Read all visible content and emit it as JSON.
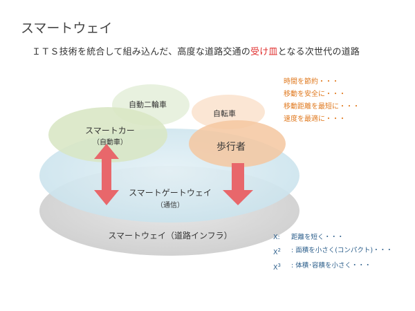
{
  "title": "スマートウェイ",
  "subtitle": {
    "before": "ＩＴＳ技術を統合して組み込んだ、高度な道路交通の",
    "highlight": "受け皿",
    "after": "となる次世代の道路"
  },
  "layers": {
    "smartway": "スマートウェイ（道路インフラ）",
    "gateway": "スマートゲートウェイ",
    "gateway_sub": "（通信）"
  },
  "circles": {
    "smartcar": "スマートカー",
    "smartcar_sub": "（自動車）",
    "motorcycle": "自動二輪車",
    "bicycle": "自転車",
    "pedestrian": "歩行者"
  },
  "notes_right": [
    "時間を節約・・・",
    "移動を安全に・・・",
    "移動距離を最短に・・・",
    "速度を最適に・・・"
  ],
  "notes_bottom": [
    {
      "key": "X:",
      "sup": "",
      "text": "距離を短く・・・"
    },
    {
      "key": "X",
      "sup": "2",
      "text": ":  面積を小さく(コンパクト)・・・"
    },
    {
      "key": "X",
      "sup": "3",
      "text": ":  体積･容積を小さく・・・"
    }
  ],
  "colors": {
    "smartway_fill": "#d9d9d9",
    "gateway_fill": "#d6e9f0",
    "smartcar_fill": "#d8e6c4",
    "motorcycle_fill": "#e6efdc",
    "bicycle_fill": "#fbe3cf",
    "pedestrian_fill": "#f8c9a3",
    "arrow": "#e8676b",
    "highlight": "#e0302f",
    "notes_orange": "#e07a20",
    "notes_blue": "#2a5d8a"
  }
}
